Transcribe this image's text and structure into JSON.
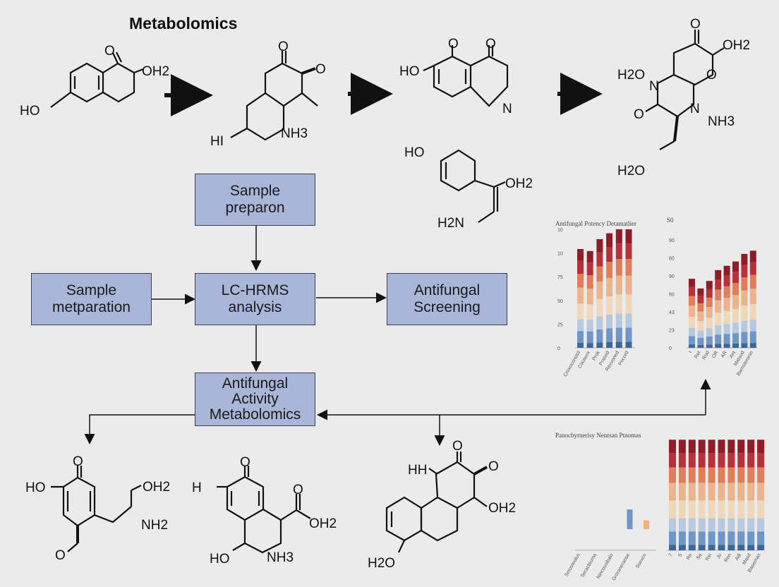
{
  "title": "Metabolomics",
  "boxes": {
    "sample_prep_top": "Sample\npreparon",
    "sample_prep_left": "Sample\nmetparation",
    "lc_hrms": "LC-HRMS\nanalysis",
    "antifungal_screening": "Antifungal\nScreening",
    "activity_metabolomics": "Antifungal\nActivity\nMetabolomics"
  },
  "chem_labels": {
    "m1_o": "O",
    "m1_oh2": "OH2",
    "m1_ho": "HO",
    "m2_o1": "O",
    "m2_o2": "O",
    "m2_nh3": "NH3",
    "m2_hi": "HI",
    "m3_o1": "O",
    "m3_o2": "O",
    "m3_ho": "HO",
    "m3_noh": "N",
    "m4_o1": "O",
    "m4_oh2": "OH2",
    "m4_h2o": "H2O",
    "m4_n1": "N",
    "m4_o2": "O",
    "m4_o3": "O",
    "m4_n2": "N",
    "m4_nh3": "NH3",
    "m4_h2o2": "H2O",
    "m5_ho": "HO",
    "m5_oh2": "OH2",
    "m5_h2n": "H2N",
    "b1_o": "O",
    "b1_ho": "HO",
    "b1_oh2": "OH2",
    "b1_nh2": "NH2",
    "b1_o2": "O",
    "b2_o": "O",
    "b2_h": "H",
    "b2_o2": "O",
    "b2_oh2": "OH2",
    "b2_nh3": "NH3",
    "b2_ho": "HO",
    "b3_hh": "HH",
    "b3_o1": "O",
    "b3_o2": "O",
    "b3_oh2": "OH2",
    "b3_h2o": "H2O"
  },
  "colors": {
    "box_fill": "#a9b6d8",
    "stack": [
      "#3e6797",
      "#6f96c6",
      "#b7c9df",
      "#efd7bc",
      "#eab48d",
      "#df7f5a",
      "#b8303a",
      "#8e1d2a"
    ]
  },
  "chart_data": [
    {
      "type": "bar",
      "title": "Antifungal Potency Detamatlier",
      "yticks": [
        "0",
        "25",
        "50",
        "75",
        "10",
        "10"
      ],
      "categories": [
        "Croxoconstol",
        "Cocaxox",
        "Prok",
        "Prased",
        "Rexvoned",
        "Pocord"
      ],
      "stacked": true,
      "totals": [
        100,
        98,
        110,
        116,
        120,
        120
      ]
    },
    {
      "type": "bar",
      "title": "S0",
      "yticks": [
        "0",
        "23",
        "43",
        "60",
        "90",
        "80",
        "90"
      ],
      "categories": [
        "I",
        "Ret",
        "Rod",
        "OR",
        "AR",
        "Ant",
        "Matsod",
        "Bamsteronio"
      ],
      "stacked": true,
      "totals": [
        64,
        55,
        62,
        72,
        76,
        80,
        87,
        90
      ]
    },
    {
      "type": "bar",
      "title": "Panochyrnerisy Nenrsan Ptnomas",
      "categories": [
        "Smosteolus",
        "Seracteuma",
        "Nincousibalo",
        "Groraneranse",
        "Ssexco"
      ],
      "values": [
        0,
        0,
        0,
        18,
        8
      ]
    },
    {
      "type": "bar",
      "categories": [
        "7",
        "S",
        "Re",
        "Sa",
        "Rei",
        "Ju",
        "Ren",
        "Adi",
        "Masd",
        "Baseman"
      ],
      "stacked": true,
      "totals": [
        95,
        95,
        95,
        95,
        95,
        95,
        95,
        95,
        95,
        95
      ]
    }
  ]
}
